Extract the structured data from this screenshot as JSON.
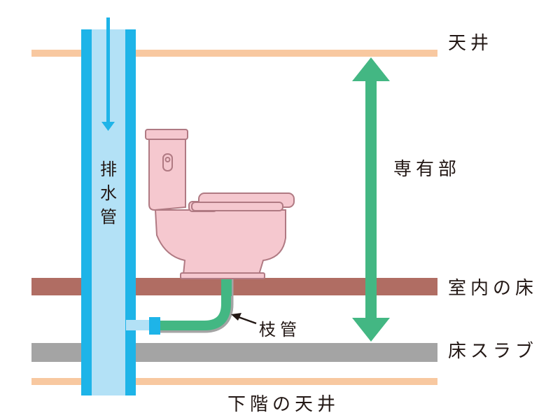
{
  "labels": {
    "ceiling": "天井",
    "owned_section": "専有部",
    "room_floor": "室内の床",
    "floor_slab": "床スラブ",
    "lower_ceiling": "下階の天井",
    "branch_pipe": "枝管",
    "drain_pipe_chars": [
      "排",
      "水",
      "管"
    ]
  },
  "colors": {
    "ceiling_line": "#F8C8A0",
    "drain_pipe_outer": "#1EB4E8",
    "drain_pipe_inner": "#B3E1F6",
    "room_floor": "#B06D63",
    "floor_slab": "#A4A4A4",
    "branch_pipe": "#43B783",
    "owned_arrow": "#43B783",
    "toilet_fill": "#F5C8CF",
    "toilet_stroke": "#B07A83"
  },
  "icons": {
    "toilet": "toilet-icon",
    "flow_arrow": "down-arrow-icon",
    "owned_arrow": "double-arrow-icon",
    "pointer_arrow": "pointer-arrow-icon"
  }
}
